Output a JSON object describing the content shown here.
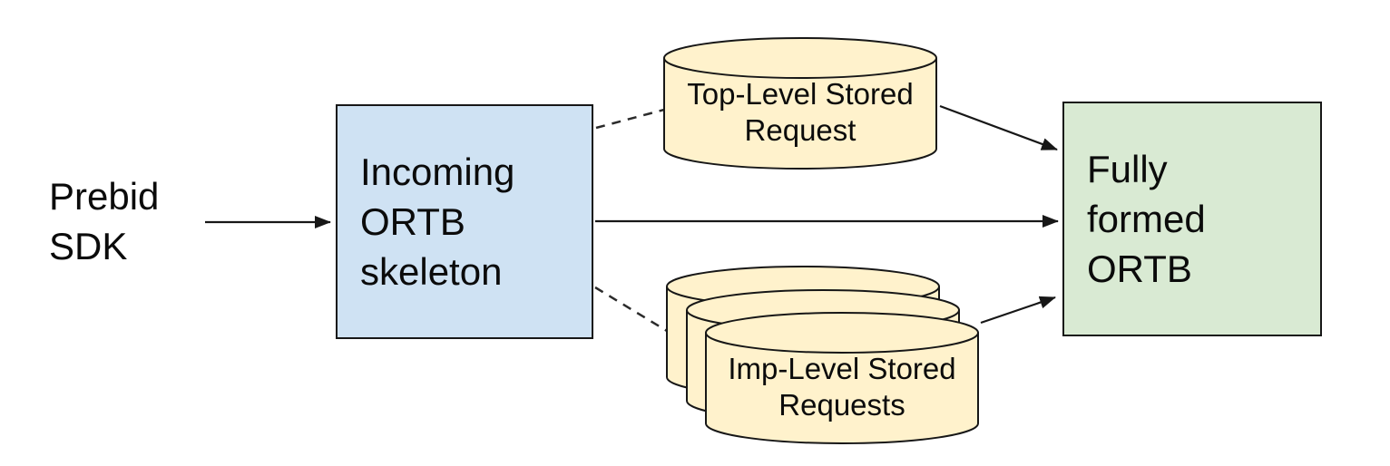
{
  "diagram": {
    "description": "Prebid Server stored request resolution flow",
    "colors": {
      "incoming_box_fill": "#cfe2f3",
      "fully_formed_box_fill": "#d9ead3",
      "cylinder_fill": "#fff2cc",
      "stroke": "#171717",
      "background": "#ffffff"
    },
    "nodes": {
      "prebid_sdk": {
        "lines": [
          "Prebid",
          "SDK"
        ]
      },
      "incoming_ortb_skeleton": {
        "lines": [
          "Incoming",
          "ORTB",
          "skeleton"
        ]
      },
      "top_level_stored_request": {
        "lines": [
          "Top-Level Stored",
          "Request"
        ]
      },
      "imp_level_stored_requests": {
        "lines": [
          "Imp-Level Stored",
          "Requests"
        ]
      },
      "fully_formed_ortb": {
        "lines": [
          "Fully",
          "formed",
          "ORTB"
        ]
      }
    },
    "edges": [
      {
        "from": "prebid_sdk",
        "to": "incoming_ortb_skeleton",
        "style": "solid-arrow"
      },
      {
        "from": "incoming_ortb_skeleton",
        "to": "top_level_stored_request",
        "style": "dashed"
      },
      {
        "from": "incoming_ortb_skeleton",
        "to": "fully_formed_ortb",
        "style": "solid-arrow"
      },
      {
        "from": "incoming_ortb_skeleton",
        "to": "imp_level_stored_requests",
        "style": "dashed"
      },
      {
        "from": "top_level_stored_request",
        "to": "fully_formed_ortb",
        "style": "solid-arrow"
      },
      {
        "from": "imp_level_stored_requests",
        "to": "fully_formed_ortb",
        "style": "solid-arrow"
      }
    ]
  }
}
